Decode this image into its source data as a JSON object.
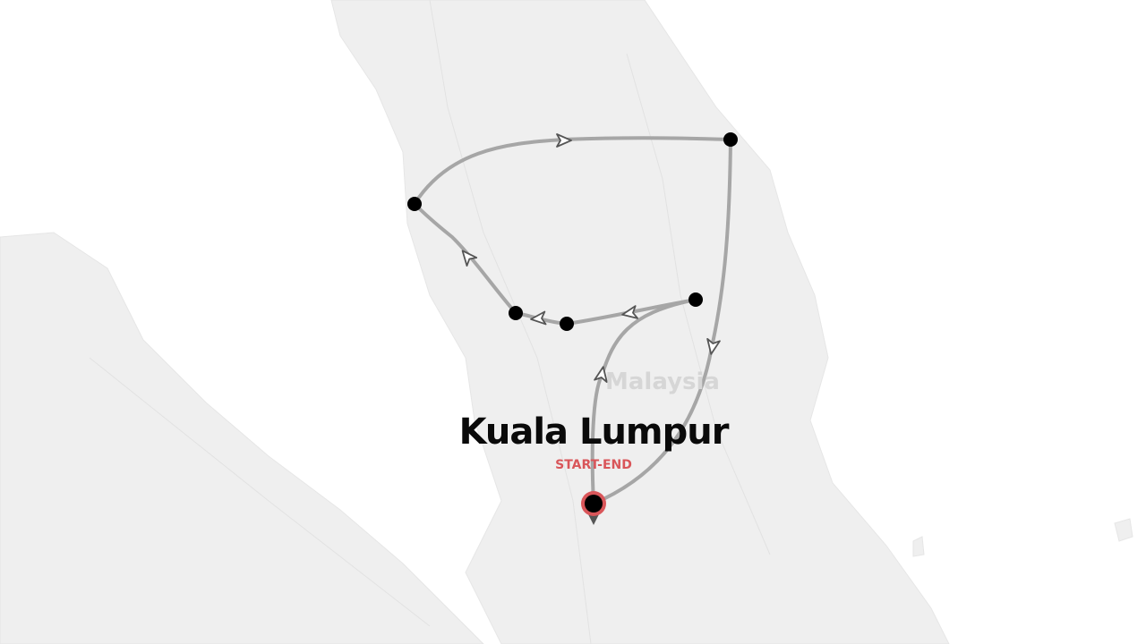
{
  "map": {
    "country_label": "Malaysia",
    "land_color": "#efefef",
    "sea_color": "#ffffff",
    "route_color": "#a6a6a6",
    "start_marker_color": "#d9565a"
  },
  "start": {
    "city": "Kuala Lumpur",
    "tag": "START-END"
  }
}
